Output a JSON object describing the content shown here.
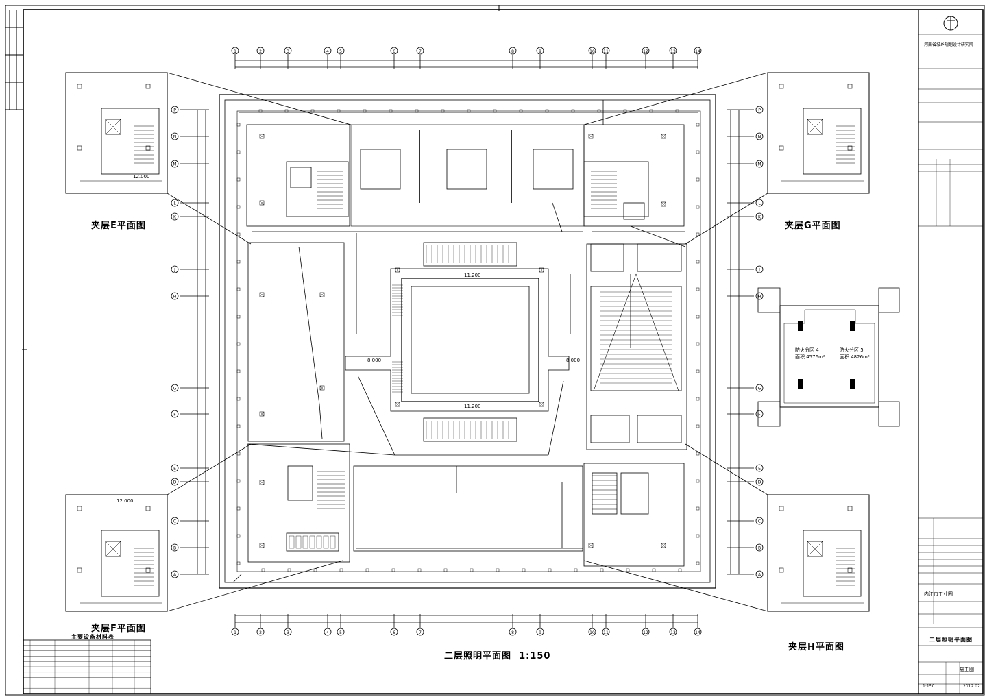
{
  "main_title": "二层照明平面图",
  "main_scale": "1:150",
  "insets": {
    "e": "夹层E平面图",
    "f": "夹层F平面图",
    "g": "夹层G平面图",
    "h": "夹层H平面图"
  },
  "top_axes": [
    "1",
    "2",
    "3",
    "4",
    "5",
    "6",
    "7",
    "8",
    "9",
    "10",
    "11",
    "12",
    "13",
    "14"
  ],
  "left_axes": [
    "P",
    "N",
    "M",
    "L",
    "K",
    "J",
    "H",
    "G",
    "F",
    "E",
    "D",
    "C",
    "B",
    "A"
  ],
  "elevations": [
    "11.200",
    "11.200",
    "8.000",
    "8.000",
    "12.000",
    "12.000"
  ],
  "fire_zones": [
    {
      "label": "防火分区",
      "num": "4",
      "area": "面积  4576m²"
    },
    {
      "label": "防火分区",
      "num": "5",
      "area": "面积  4826m²"
    }
  ],
  "title_block": {
    "company": "河南省城乡规划设计研究院",
    "drawing_name": "二层照明平面图",
    "project": "内江市工业园",
    "scale": "1:150",
    "year": "2012.02",
    "stage": "施工图"
  },
  "legend_title": "主要设备材料表",
  "colors": {
    "line": "#000000",
    "paper": "#ffffff"
  }
}
